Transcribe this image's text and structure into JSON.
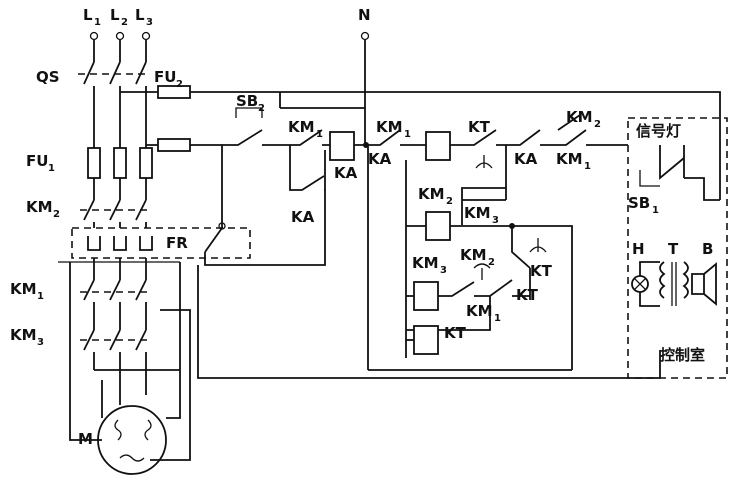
{
  "labels": {
    "l1": "L",
    "l1_sub": "1",
    "l2": "L",
    "l2_sub": "2",
    "l3": "L",
    "l3_sub": "3",
    "n": "N",
    "qs": "QS",
    "fu2": "FU",
    "fu2_sub": "2",
    "fu1": "FU",
    "fu1_sub": "1",
    "sb2": "SB",
    "sb2_sub": "2",
    "km1_a": "KM",
    "km1_a_sub": "1",
    "km1_b": "KM",
    "km1_b_sub": "1",
    "km1_c": "KM",
    "km1_c_sub": "1",
    "km1_d": "KM",
    "km1_d_sub": "1",
    "km1_motor": "KM",
    "km1_motor_sub": "1",
    "km2_a": "KM",
    "km2_a_sub": "2",
    "km2_b": "KM",
    "km2_b_sub": "2",
    "km2_c": "KM",
    "km2_c_sub": "2",
    "km2_main": "KM",
    "km2_main_sub": "2",
    "km3_a": "KM",
    "km3_a_sub": "3",
    "km3_b": "KM",
    "km3_b_sub": "3",
    "km3_main": "KM",
    "km3_main_sub": "3",
    "ka_coil": "KA",
    "ka_contact": "KA",
    "ka_a": "KA",
    "ka_b": "KA",
    "kt_top": "KT",
    "kt_a": "KT",
    "kt_b": "KT",
    "kt_coil": "KT",
    "fr": "FR",
    "signal_lamp": "信号灯",
    "sb1": "SB",
    "sb1_sub": "1",
    "h": "H",
    "t": "T",
    "b": "B",
    "control_room": "控制室",
    "motor": "M"
  }
}
